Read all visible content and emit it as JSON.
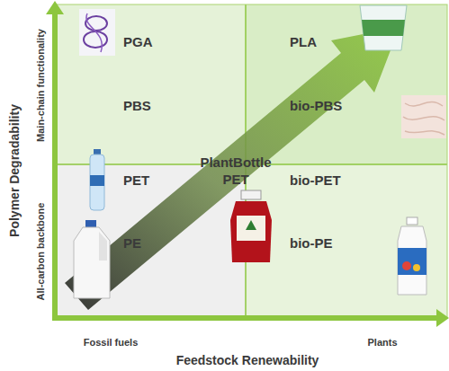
{
  "diagram": {
    "nodes": [
      {
        "text": [
          "PGA",
          "PBS"
        ]
      },
      {
        "text": [
          "PLA",
          "bio-PBS"
        ]
      },
      {
        "text": [
          "PET",
          "PE"
        ]
      },
      {
        "text": [
          "bio-PET",
          "bio-PE"
        ]
      }
    ],
    "labels": [
      "Polymer Degradability",
      "Main-chain functionality",
      "All-carbon backbone",
      "PlantBottle PET",
      "Fossil fuels",
      "Feedstock Renewability",
      "Plants"
    ]
  }
}
